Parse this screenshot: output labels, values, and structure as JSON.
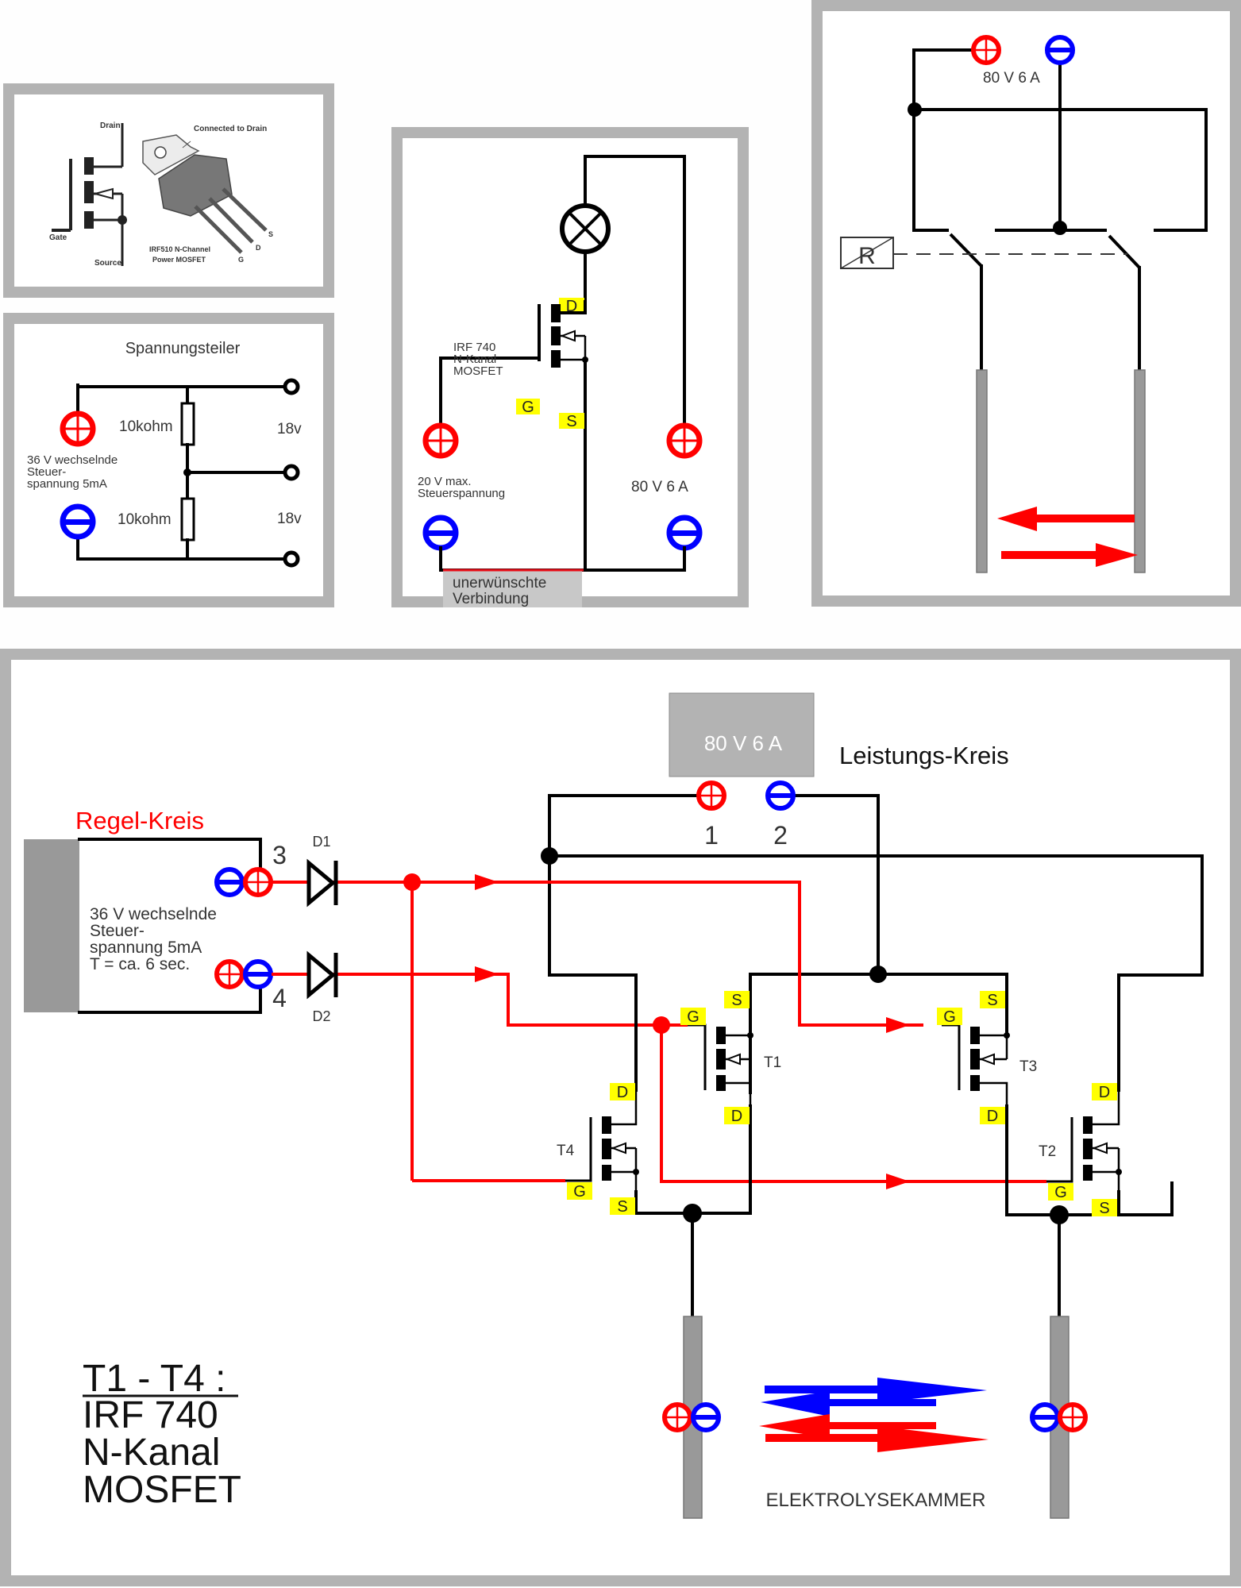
{
  "colors": {
    "frame": "#b3b3b3",
    "wire": "#000000",
    "control_wire": "#ff0000",
    "positive": "#ff0000",
    "negative": "#0000ff",
    "pin_label_bg": "#ffff00",
    "plate": "#999999",
    "supply_box": "#b3b3b3"
  },
  "icons": {
    "positive_terminal": "plus-circle-icon",
    "negative_terminal": "minus-circle-icon",
    "lamp": "lamp-cross-icon",
    "output_terminal": "open-circle-terminal-icon",
    "diode": "diode-icon",
    "mosfet": "n-channel-mosfet-icon",
    "relay": "relay-coil-icon"
  },
  "panel_datasheet": {
    "drain": "Drain",
    "gate": "Gate",
    "source": "Source",
    "connected": "Connected to Drain",
    "part_line1": "IRF510 N-Channel",
    "part_line2": "Power MOSFET",
    "pin_g": "G",
    "pin_d": "D",
    "pin_s": "S"
  },
  "panel_divider": {
    "title": "Spannungsteiler",
    "r1": "10kohm",
    "r2": "10kohm",
    "v1": "18v",
    "v2": "18v",
    "source_line1": "36 V wechselnde",
    "source_line2": "Steuer-",
    "source_line3": "spannung 5mA"
  },
  "panel_single": {
    "part_line1": "IRF 740",
    "part_line2": "N-Kanal",
    "part_line3": "MOSFET",
    "pin_d": "D",
    "pin_g": "G",
    "pin_s": "S",
    "ctrl_line1": "20 V max.",
    "ctrl_line2": "Steuerspannung",
    "supply": "80 V  6 A",
    "warning_line1": "unerwünschte",
    "warning_line2": "Verbindung"
  },
  "panel_relay": {
    "supply": "80 V  6 A",
    "relay_label": "R"
  },
  "bridge": {
    "supply_box": "80 V  6 A",
    "power_title": "Leistungs-Kreis",
    "terminal_1": "1",
    "terminal_2": "2",
    "control_title": "Regel-Kreis",
    "control_line1": "36 V wechselnde",
    "control_line2": "Steuer-",
    "control_line3": "spannung 5mA",
    "control_line4": "T = ca. 6 sec.",
    "terminal_3": "3",
    "terminal_4": "4",
    "d1": "D1",
    "d2": "D2",
    "t1": "T1",
    "t2": "T2",
    "t3": "T3",
    "t4": "T4",
    "pin_g": "G",
    "pin_d": "D",
    "pin_s": "S",
    "legend_line1": "T1 - T4 :",
    "legend_line2": "IRF 740",
    "legend_line3": "N-Kanal",
    "legend_line4": "MOSFET",
    "chamber": "ELEKTROLYSEKAMMER"
  }
}
